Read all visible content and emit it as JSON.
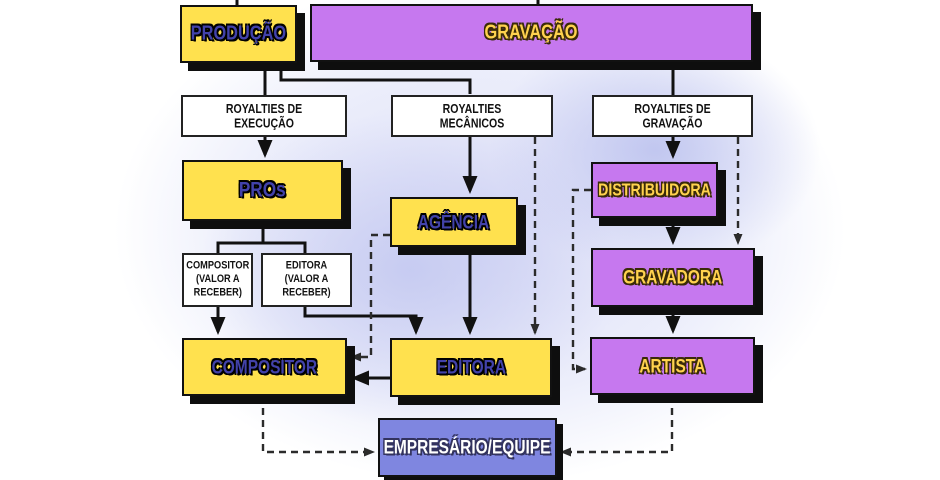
{
  "diagram": {
    "type": "flowchart",
    "topic": "music royalties flow",
    "colors": {
      "production_box": "#ffe14e",
      "recording_box": "#c678ef",
      "manager_box": "#7f86e0",
      "royalty_label_box": "#ffffff",
      "outline": "#111111",
      "text_on_yellow": "#4242aa",
      "text_on_purple": "#ffd24e",
      "text_on_blue": "#ffffff",
      "background_tint": "#dcdef7"
    },
    "nodes": {
      "producao": {
        "label": "PRODUÇÃO"
      },
      "gravacao": {
        "label": "GRAVAÇÃO"
      },
      "royalties_execucao": {
        "label": "ROYALTIES DE EXECUÇÃO"
      },
      "royalties_mecanicos": {
        "label": "ROYALTIES MECÂNICOS"
      },
      "royalties_gravacao": {
        "label": "ROYALTIES DE GRAVAÇÃO"
      },
      "pros": {
        "label": "PROs"
      },
      "agencia": {
        "label": "AGÊNCIA"
      },
      "distribuidora": {
        "label": "DISTRIBUIDORA"
      },
      "compositor_valor": {
        "label": "COMPOSITOR (VALOR A RECEBER)"
      },
      "editora_valor": {
        "label": "EDITORA (VALOR A RECEBER)"
      },
      "gravadora": {
        "label": "GRAVADORA"
      },
      "compositor": {
        "label": "COMPOSITOR"
      },
      "editora": {
        "label": "EDITORA"
      },
      "artista": {
        "label": "ARTISTA"
      },
      "empresario": {
        "label": "EMPRESÁRIO/EQUIPE"
      }
    },
    "edges": [
      {
        "from": "producao",
        "to": "royalties_execucao",
        "style": "solid"
      },
      {
        "from": "producao",
        "to": "royalties_mecanicos",
        "style": "solid"
      },
      {
        "from": "gravacao",
        "to": "royalties_gravacao",
        "style": "solid"
      },
      {
        "from": "royalties_execucao",
        "to": "pros",
        "style": "solid"
      },
      {
        "from": "royalties_mecanicos",
        "to": "agencia",
        "style": "solid"
      },
      {
        "from": "royalties_gravacao",
        "to": "distribuidora",
        "style": "solid"
      },
      {
        "from": "pros",
        "to": "compositor_valor",
        "style": "solid"
      },
      {
        "from": "pros",
        "to": "editora_valor",
        "style": "solid"
      },
      {
        "from": "compositor_valor",
        "to": "compositor",
        "style": "solid"
      },
      {
        "from": "editora_valor",
        "to": "editora",
        "style": "solid"
      },
      {
        "from": "agencia",
        "to": "editora",
        "style": "solid"
      },
      {
        "from": "editora",
        "to": "compositor",
        "style": "solid"
      },
      {
        "from": "distribuidora",
        "to": "gravadora",
        "style": "solid"
      },
      {
        "from": "gravadora",
        "to": "artista",
        "style": "solid"
      },
      {
        "from": "royalties_mecanicos",
        "to": "editora",
        "style": "dashed"
      },
      {
        "from": "agencia",
        "to": "compositor",
        "style": "dashed"
      },
      {
        "from": "royalties_gravacao",
        "to": "gravadora",
        "style": "dashed"
      },
      {
        "from": "distribuidora",
        "to": "artista",
        "style": "dashed"
      },
      {
        "from": "compositor",
        "to": "empresario",
        "style": "dashed"
      },
      {
        "from": "artista",
        "to": "empresario",
        "style": "dashed"
      }
    ]
  }
}
